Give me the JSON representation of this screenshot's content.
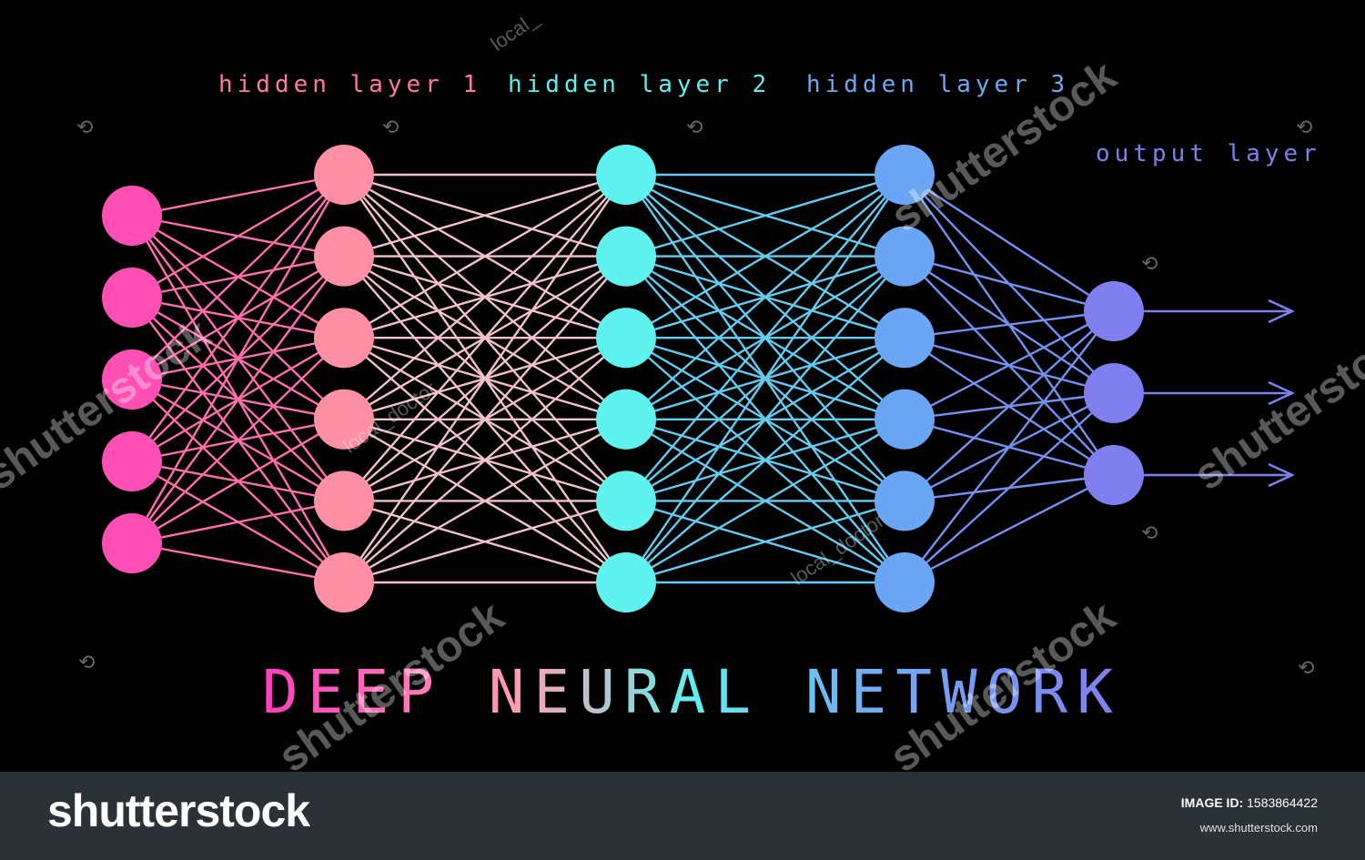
{
  "labels": {
    "hidden1": "hidden layer 1",
    "hidden2": "hidden layer 2",
    "hidden3": "hidden layer 3",
    "output": "output layer"
  },
  "title": "DEEP NEURAL NETWORK",
  "network": {
    "layers": [
      {
        "nodes": 5,
        "color": "#ff4fb4"
      },
      {
        "nodes": 6,
        "color": "#ff8fa4"
      },
      {
        "nodes": 6,
        "color": "#5ff2ee"
      },
      {
        "nodes": 6,
        "color": "#6aa6f4"
      },
      {
        "nodes": 3,
        "color": "#7f7ff0"
      }
    ],
    "outputs": 3
  },
  "colors": {
    "hidden1": "#ff7aa0",
    "hidden2": "#5ff0ee",
    "hidden3": "#6fa8f2",
    "output": "#7f7fee"
  },
  "watermark": {
    "brand": "shutterstock",
    "author": "local_doctor",
    "author_partial": "local_"
  },
  "footer": {
    "logo": "shutterstock",
    "id_label": "IMAGE ID:",
    "id_value": "1583864422",
    "url": "www.shutterstock.com"
  }
}
